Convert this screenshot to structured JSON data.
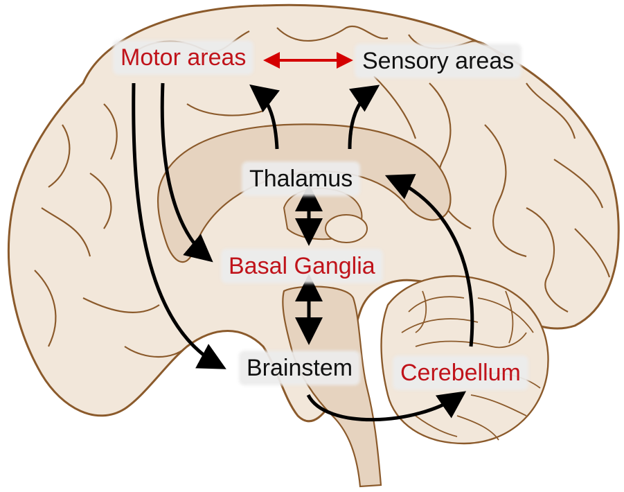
{
  "labels": {
    "motor": "Motor areas",
    "sensory": "Sensory areas",
    "thalamus": "Thalamus",
    "basal_ganglia": "Basal Ganglia",
    "brainstem": "Brainstem",
    "cerebellum": "Cerebellum"
  },
  "colors": {
    "highlight_label": "#c0131a",
    "plain_label": "#111111",
    "label_background": "#ececec",
    "tissue_fill": "#f2e7da",
    "inner_fill": "#e6d3bf",
    "outline": "#8b5a2b",
    "arrow": "#000000",
    "motor_sensory_arrow": "#d40000"
  }
}
